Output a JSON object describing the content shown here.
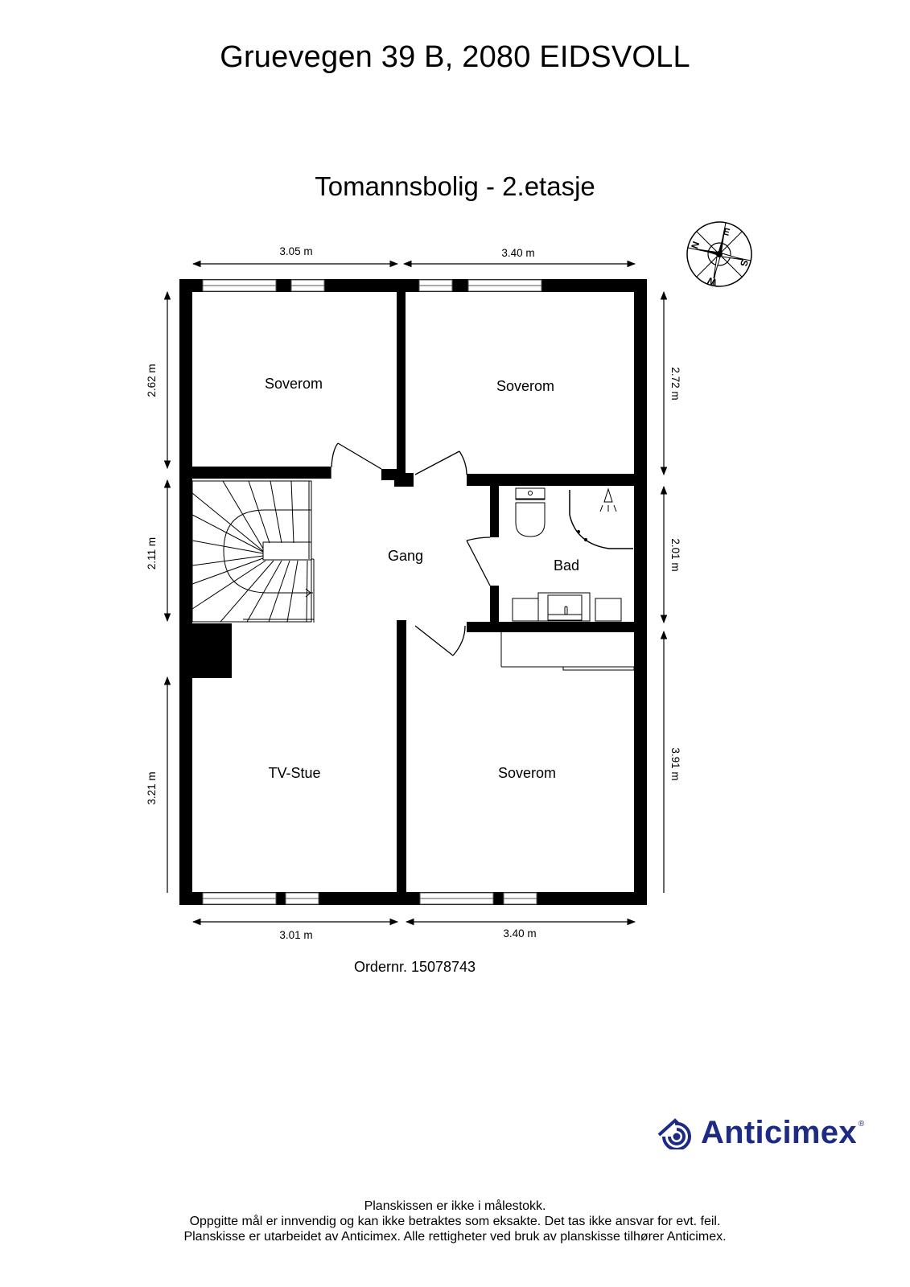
{
  "header": {
    "address": "Gruevegen 39 B, 2080 EIDSVOLL",
    "plan_title": "Tomannsbolig - 2.etasje"
  },
  "compass": {
    "icon": "compass-rose-icon",
    "letters": [
      "N",
      "E",
      "S",
      "W"
    ],
    "letter_labels": {
      "north": "N",
      "east": "E",
      "south": "S",
      "west": "W"
    }
  },
  "floor_plan": {
    "rooms": [
      {
        "name": "Soverom",
        "id": "bedroom-top-left"
      },
      {
        "name": "Soverom",
        "id": "bedroom-top-right"
      },
      {
        "name": "Gang",
        "id": "hallway"
      },
      {
        "name": "Bad",
        "id": "bathroom"
      },
      {
        "name": "TV-Stue",
        "id": "tv-room"
      },
      {
        "name": "Soverom",
        "id": "bedroom-bottom-right"
      }
    ],
    "dimensions": {
      "top_left": "3.05 m",
      "top_right": "3.40 m",
      "bottom_left": "3.01 m",
      "bottom_right": "3.40 m",
      "left_top": "2.62 m",
      "left_middle": "2.11 m",
      "left_bottom": "3.21 m",
      "right_top": "2.72 m",
      "right_middle": "2.01 m",
      "right_bottom": "3.91 m"
    }
  },
  "order": {
    "text": "Ordernr. 15078743"
  },
  "brand": {
    "name": "Anticimex",
    "registered": "®",
    "color": "#1d2b84"
  },
  "footer": {
    "lines": [
      "Planskissen er ikke i målestokk.",
      "Oppgitte mål er innvendig og kan ikke betraktes som eksakte. Det tas ikke ansvar for evt. feil.",
      "Planskisse er utarbeidet av Anticimex. Alle rettigheter ved bruk av planskisse tilhører Anticimex."
    ]
  }
}
